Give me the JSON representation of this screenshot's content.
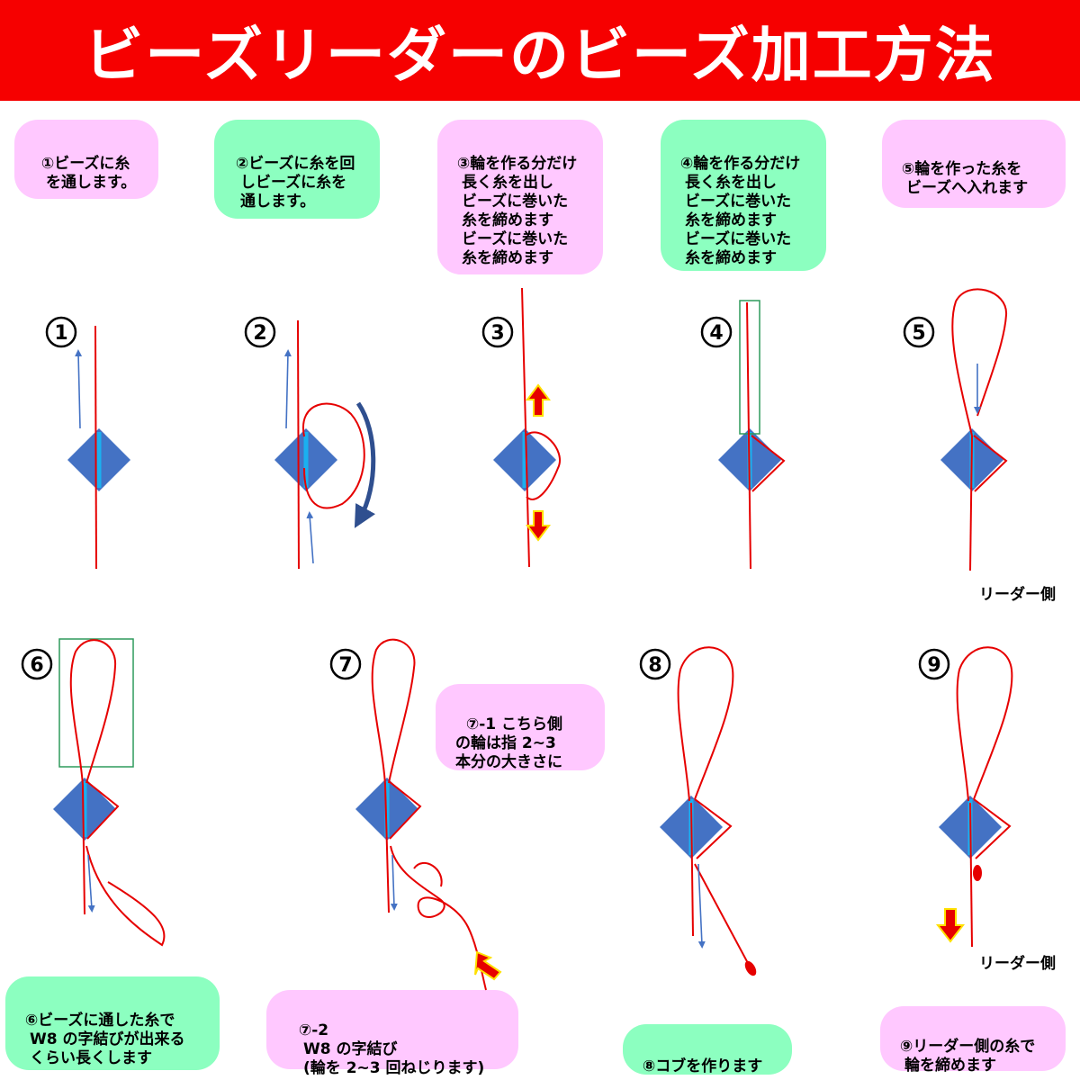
{
  "title": "ビーズリーダーのビーズ加工方法",
  "colors": {
    "banner": "#f60000",
    "note_pink": "#ffc8ff",
    "note_green": "#8cffc0",
    "bead": "#4472c4",
    "bead_core": "#1ab0f0",
    "thread": "#e60000",
    "frame": "#2e9a5c"
  },
  "step_numbers": [
    "①",
    "②",
    "③",
    "④",
    "⑤",
    "⑥",
    "⑦",
    "⑧",
    "⑨"
  ],
  "notes": {
    "n1": "①ビーズに糸\n　を通します。",
    "n2": "②ビーズに糸を回\n　しビーズに糸を\n　通します。",
    "n3": "③輪を作る分だけ\n　長く糸を出し\n　ビーズに巻いた\n　糸を締めます\n　ビーズに巻いた\n　糸を締めます",
    "n4": "④輪を作る分だけ\n　長く糸を出し\n　ビーズに巻いた\n　糸を締めます\n　ビーズに巻いた\n　糸を締めます",
    "n5": "⑤輪を作った糸を\n　ビーズへ入れます",
    "n6": "⑥ビーズに通した糸で\n　W8 の字結びが出来る\n　くらい長くします",
    "n7_1": "⑦-1 こちら側\nの輪は指 2~3\n本分の大きさに",
    "n7_2": "⑦-2\n　W8 の字結び\n　(輪を 2~3 回ねじります)",
    "n8": "⑧コブを作ります",
    "n9": "⑨リーダー側の糸で\n　輪を締めます"
  },
  "side_labels": {
    "leader_top": "リーダー側",
    "leader_bottom": "リーダー側"
  }
}
